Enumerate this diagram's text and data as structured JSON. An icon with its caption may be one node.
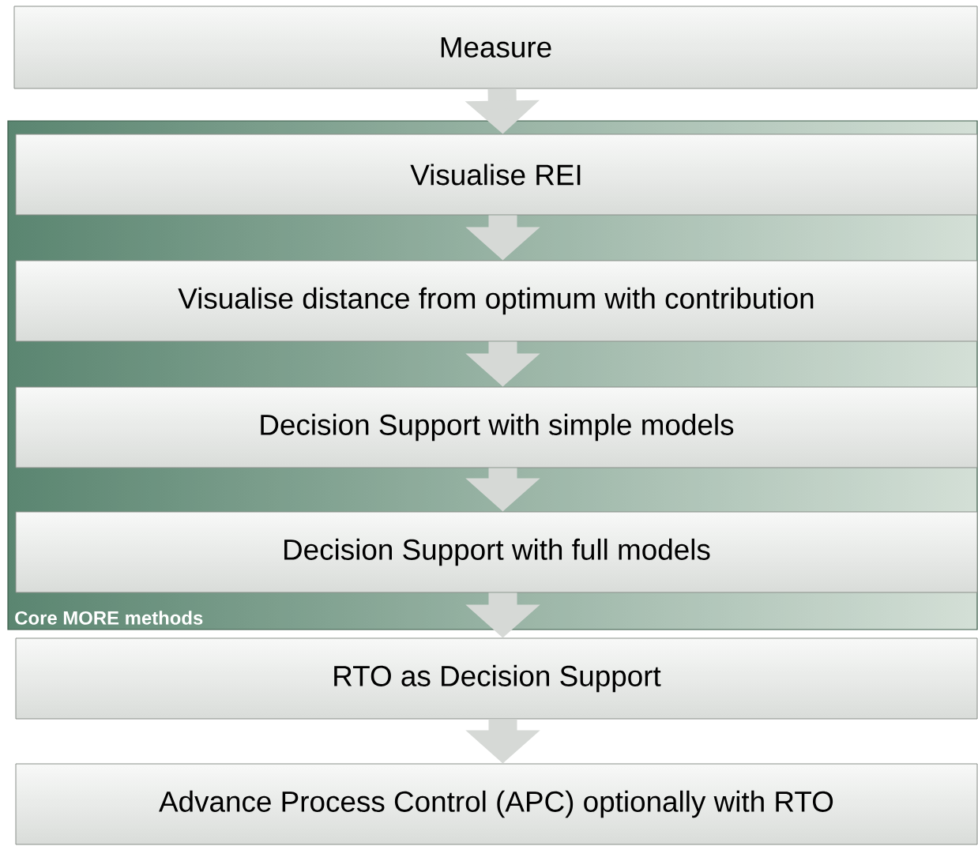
{
  "diagram": {
    "nodes": [
      {
        "text": [
          "Measure"
        ]
      },
      {
        "text": [
          "Core MORE methods"
        ]
      },
      {
        "text": [
          "Visualise REI"
        ],
        "in": 1
      },
      {
        "text": [
          "Visualise distance from optimum with contribution"
        ],
        "in": 1
      },
      {
        "text": [
          "Decision Support with simple models"
        ],
        "in": 1
      },
      {
        "text": [
          "Decision Support with full models"
        ],
        "in": 1
      },
      {
        "text": [
          "RTO  as Decision Support"
        ]
      },
      {
        "text": [
          "Advance Process Control (APC) optionally with RTO"
        ]
      }
    ],
    "edges": [
      {
        "from": 0,
        "to": 2,
        "arrow": "to"
      },
      {
        "from": 2,
        "to": 3,
        "arrow": "to"
      },
      {
        "from": 3,
        "to": 4,
        "arrow": "to"
      },
      {
        "from": 4,
        "to": 5,
        "arrow": "to"
      },
      {
        "from": 5,
        "to": 6,
        "arrow": "to"
      },
      {
        "from": 6,
        "to": 7,
        "arrow": "to"
      }
    ]
  }
}
